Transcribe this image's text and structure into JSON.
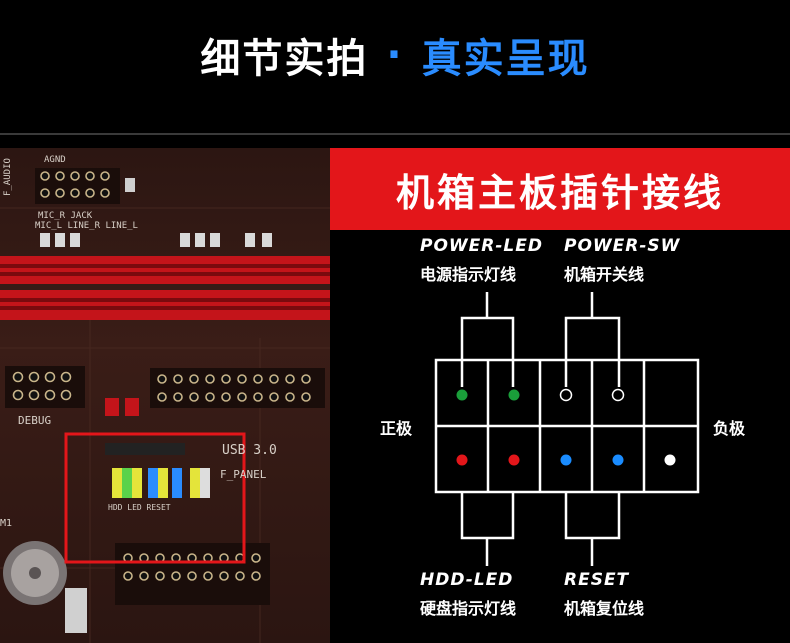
{
  "header": {
    "left_text": "细节实拍",
    "dot": "·",
    "right_text": "真实呈现"
  },
  "banner": {
    "title": "机箱主板插针接线"
  },
  "photo": {
    "labels": {
      "agnd": "AGND",
      "audio": "F_AUDIO",
      "mic_jack": "MIC_R JACK",
      "mic_line": "MIC_L LINE_R LINE_L",
      "debug": "DEBUG",
      "usb": "USB 3.0",
      "panel": "F_PANEL",
      "hdd_reset": "HDD LED RESET",
      "m1": "M1"
    }
  },
  "diagram": {
    "power_led": {
      "en": "POWER-LED",
      "cn": "电源指示灯线"
    },
    "power_sw": {
      "en": "POWER-SW",
      "cn": "机箱开关线"
    },
    "hdd_led": {
      "en": "HDD-LED",
      "cn": "硬盘指示灯线"
    },
    "reset": {
      "en": "RESET",
      "cn": "机箱复位线"
    },
    "positive": "正极",
    "negative": "负极",
    "top_row_pins": [
      "#1a9e3a",
      "#1a9e3a",
      "hollow",
      "hollow",
      "none"
    ],
    "bottom_row_pins": [
      "#e3161a",
      "#e3161a",
      "#1a8cff",
      "#1a8cff",
      "#ffffff"
    ]
  }
}
